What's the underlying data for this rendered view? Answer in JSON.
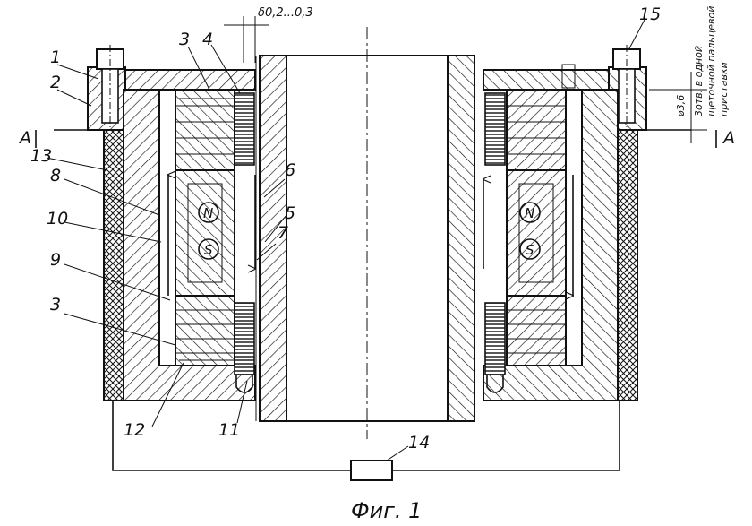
{
  "figure": {
    "caption": "Фиг. 1",
    "gap_dimension": "δ0,2...0,3",
    "hole_dimension": "ø3,6",
    "hole_note_line1": "3отв. в одной",
    "hole_note_line2": "щеточной пальцевой",
    "hole_note_line3": "приставки",
    "section_mark": "A",
    "pole_north": "N",
    "pole_south": "S"
  },
  "labels": {
    "l1": "1",
    "l2": "2",
    "l3a": "3",
    "l3b": "3",
    "l3c": "3",
    "l4": "4",
    "l5": "5",
    "l6": "6",
    "l7": "7",
    "l8": "8",
    "l9": "9",
    "l10": "10",
    "l11": "11",
    "l12": "12",
    "l13": "13",
    "l14": "14",
    "l15": "15"
  }
}
